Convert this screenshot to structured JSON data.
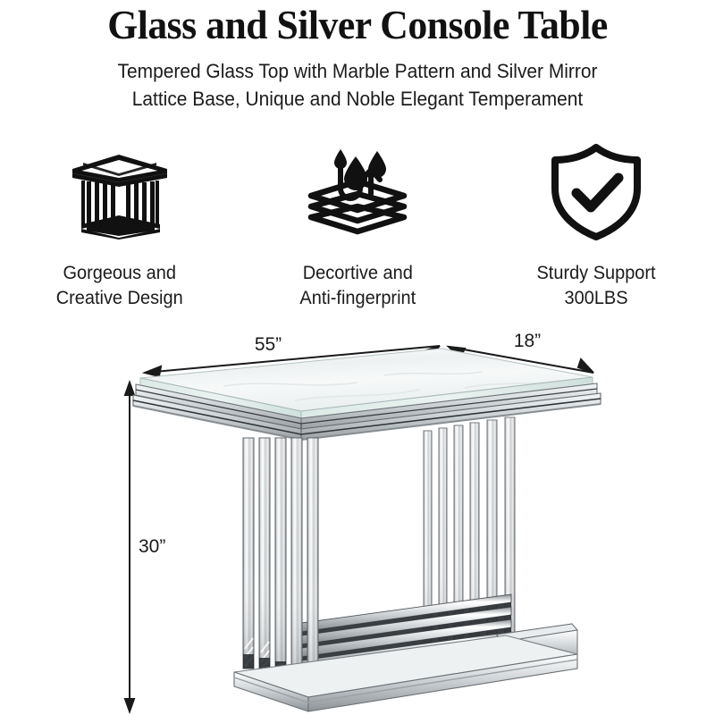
{
  "header": {
    "title": "Glass and Silver Console Table",
    "subtitle_line1": "Tempered Glass Top with Marble Pattern and Silver Mirror",
    "subtitle_line2": "Lattice Base, Unique and Noble Elegant Temperament"
  },
  "features": [
    {
      "icon": "console-table-icon",
      "label_line1": "Gorgeous and",
      "label_line2": "Creative Design"
    },
    {
      "icon": "water-repellent-layers-icon",
      "label_line1": "Decortive and",
      "label_line2": "Anti-fingerprint"
    },
    {
      "icon": "shield-check-icon",
      "label_line1": "Sturdy Support",
      "label_line2": "300LBS"
    }
  ],
  "product": {
    "name": "glass-and-silver-console-table",
    "dimensions": {
      "width": "55”",
      "depth": "18”",
      "height": "30”"
    },
    "colors": {
      "glass_top": "#f4f6f6",
      "glass_edge": "#cfe0dc",
      "chrome_light": "#ffffff",
      "chrome_mid": "#c9cdd0",
      "chrome_dark": "#6f7478",
      "outline": "#2b2b2b",
      "background": "#ffffff"
    }
  }
}
